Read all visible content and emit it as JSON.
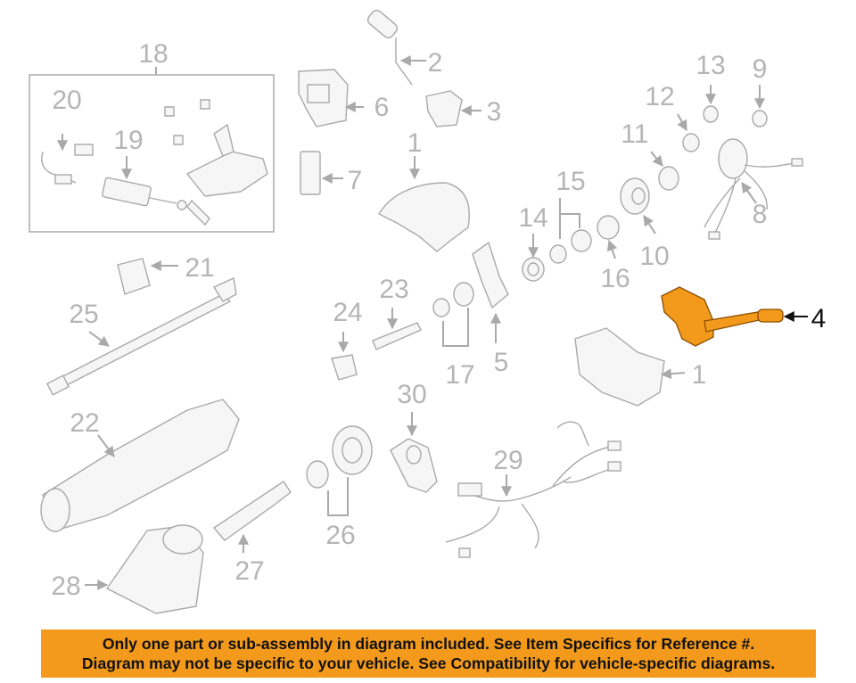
{
  "labels": {
    "l1a": "1",
    "l1b": "1",
    "l2": "2",
    "l3": "3",
    "l4": "4",
    "l5": "5",
    "l6": "6",
    "l7": "7",
    "l8": "8",
    "l9": "9",
    "l10": "10",
    "l11": "11",
    "l12": "12",
    "l13": "13",
    "l14": "14",
    "l15": "15",
    "l16": "16",
    "l17": "17",
    "l18": "18",
    "l19": "19",
    "l20": "20",
    "l21": "21",
    "l22": "22",
    "l23": "23",
    "l24": "24",
    "l25": "25",
    "l26": "26",
    "l27": "27",
    "l28": "28",
    "l29": "29",
    "l30": "30"
  },
  "highlight": {
    "part": "4",
    "color": "#f39a1c"
  },
  "notice": {
    "line1": "Only one part or sub-assembly in diagram included. See Item Specifics for Reference #.",
    "line2": "Diagram may not be specific to your vehicle. See Compatibility for vehicle-specific diagrams.",
    "background": "#f39a1c"
  }
}
